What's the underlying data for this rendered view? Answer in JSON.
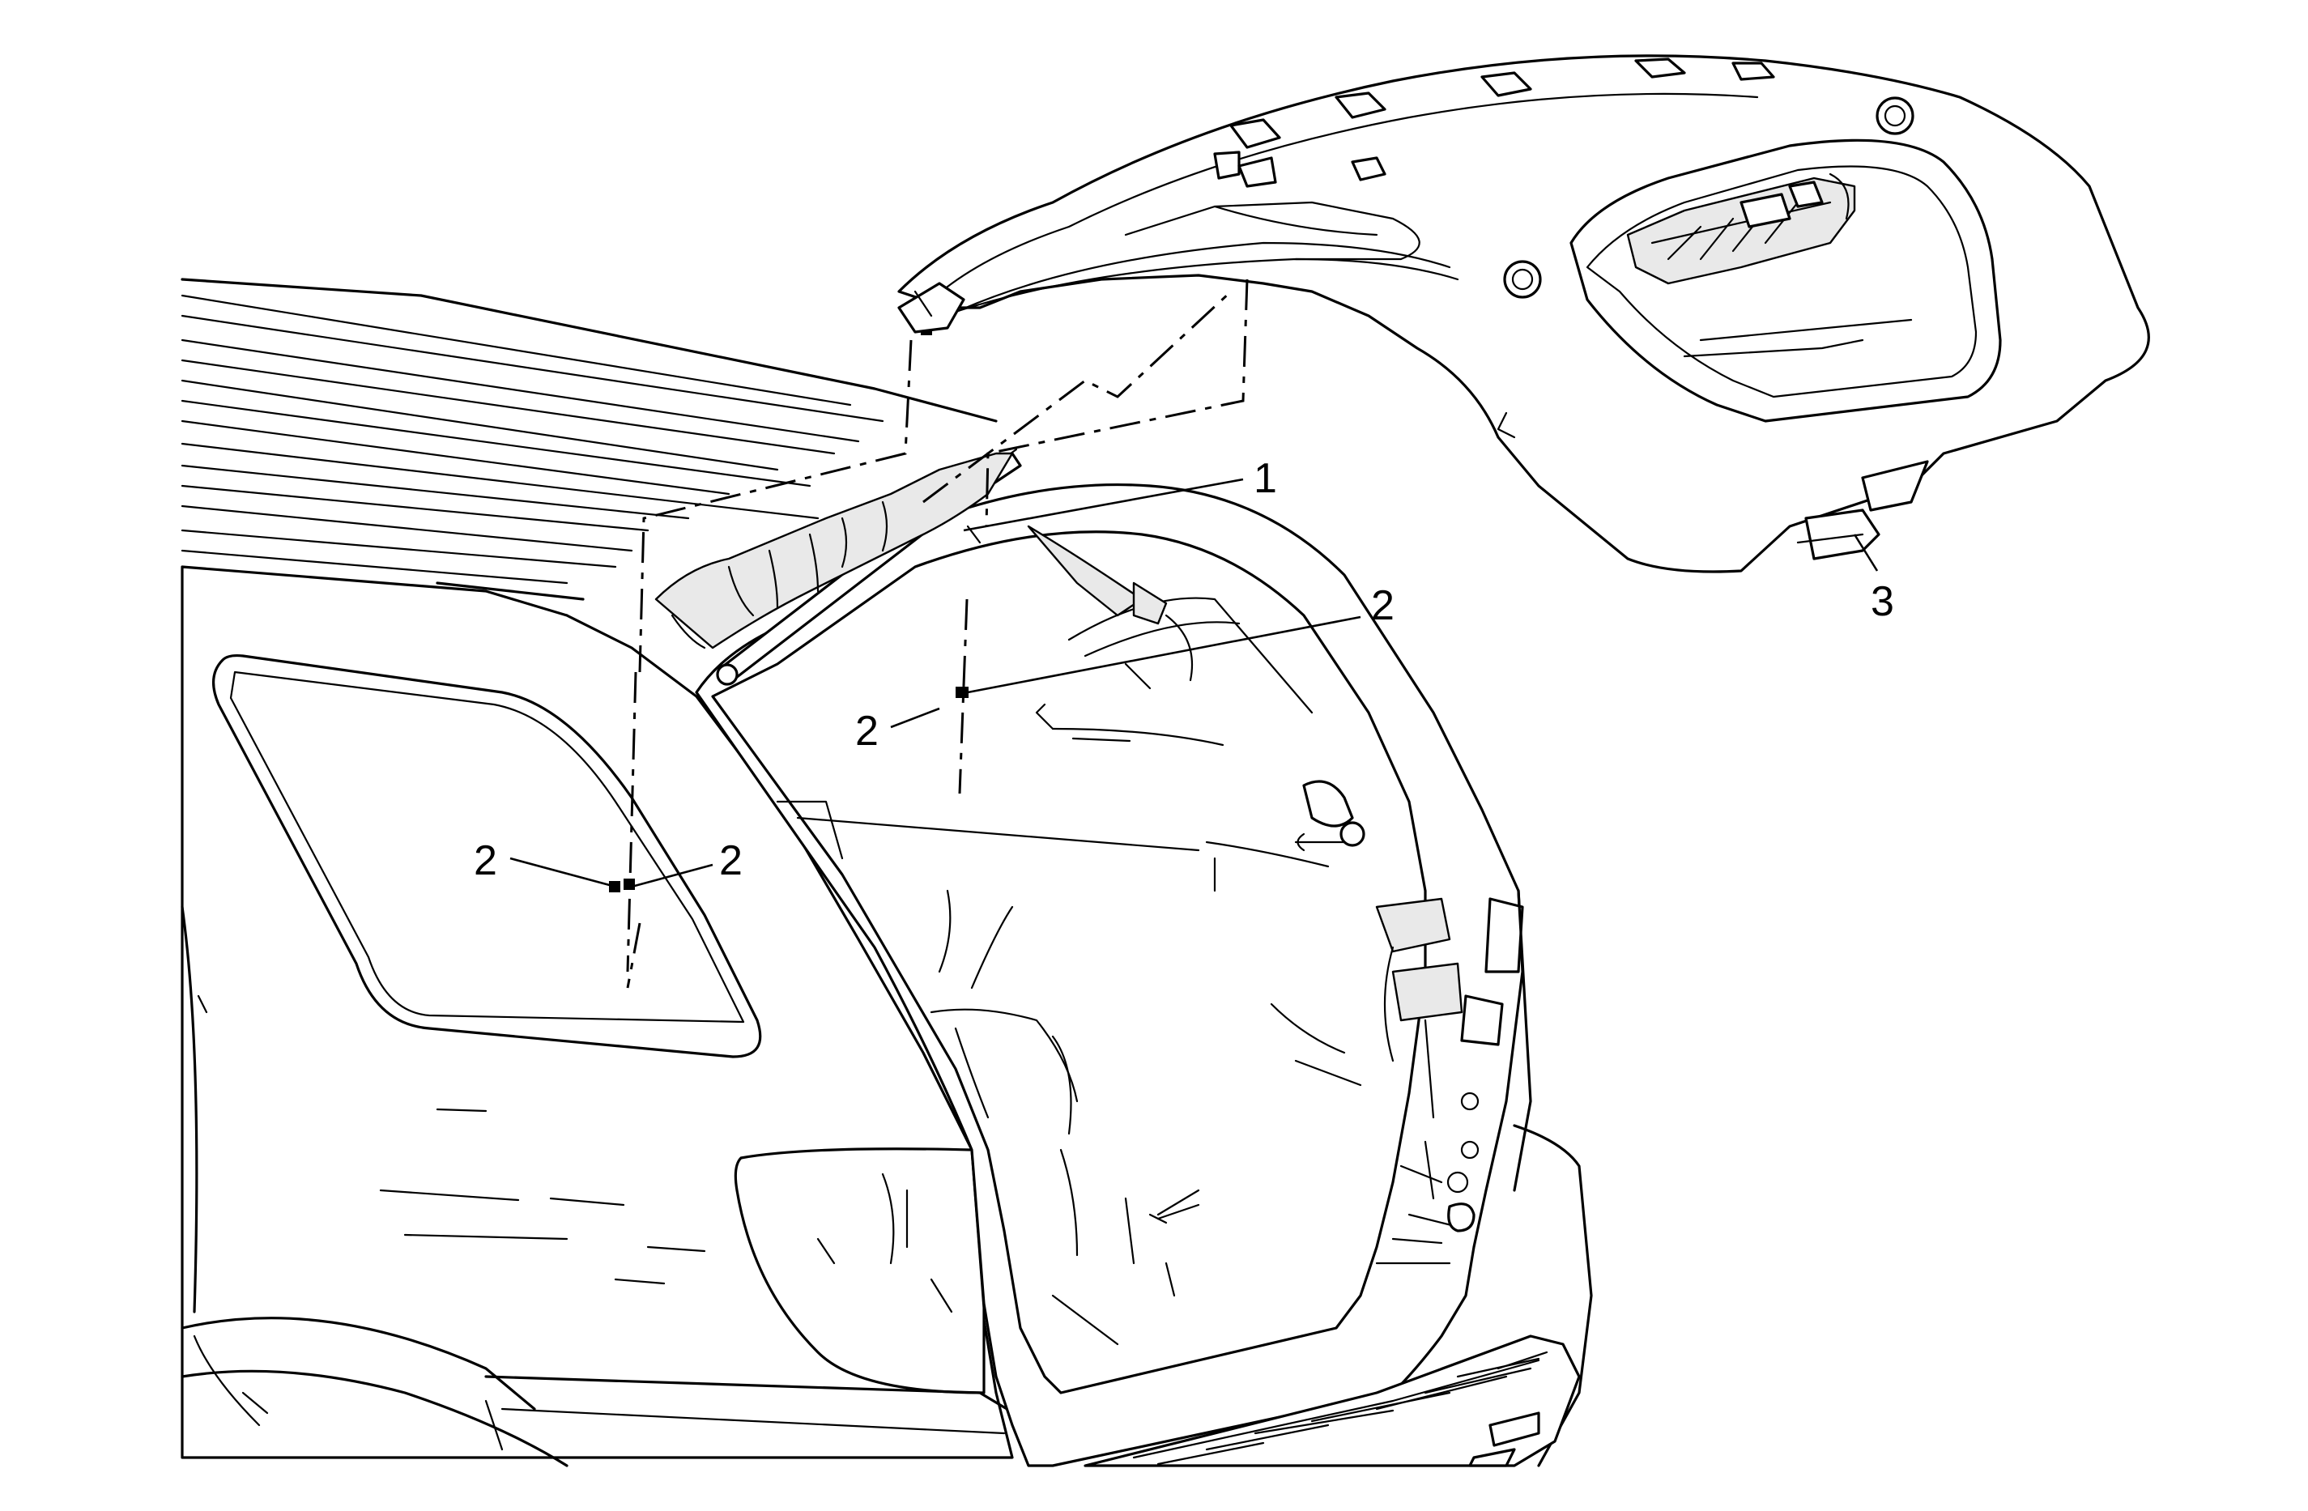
{
  "callouts": [
    {
      "id": "c1",
      "text": "1"
    },
    {
      "id": "c2a",
      "text": "2"
    },
    {
      "id": "c2b",
      "text": "2"
    },
    {
      "id": "c2c",
      "text": "2"
    },
    {
      "id": "c2d",
      "text": "2"
    },
    {
      "id": "c3",
      "text": "3"
    }
  ]
}
